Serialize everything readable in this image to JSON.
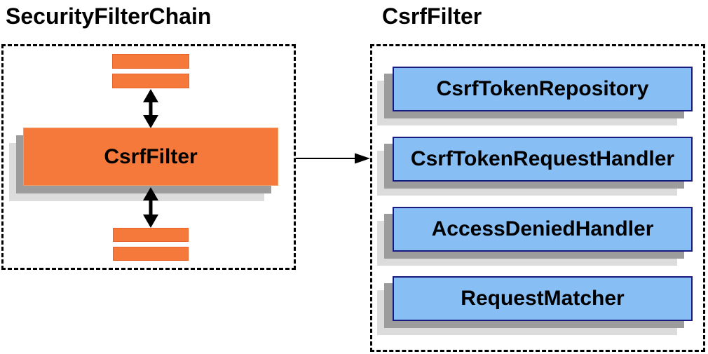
{
  "left_panel": {
    "title": "SecurityFilterChain",
    "filter_node_label": "CsrfFilter"
  },
  "right_panel": {
    "title": "CsrfFilter",
    "components": [
      {
        "label": "CsrfTokenRepository"
      },
      {
        "label": "CsrfTokenRequestHandler"
      },
      {
        "label": "AccessDeniedHandler"
      },
      {
        "label": "RequestMatcher"
      }
    ]
  },
  "icons": {
    "bidirectional_arrow": "vertical double-headed arrow",
    "flow_arrow": "right-pointing arrow"
  },
  "colors": {
    "orange_fill": "#f5793b",
    "orange_border": "#e8622a",
    "blue_fill": "#87bef3",
    "blue_border": "#191980",
    "shadow_dark": "#9c9c9c",
    "shadow_light": "#dcdcdc",
    "line": "#000000",
    "background": "#ffffff"
  }
}
